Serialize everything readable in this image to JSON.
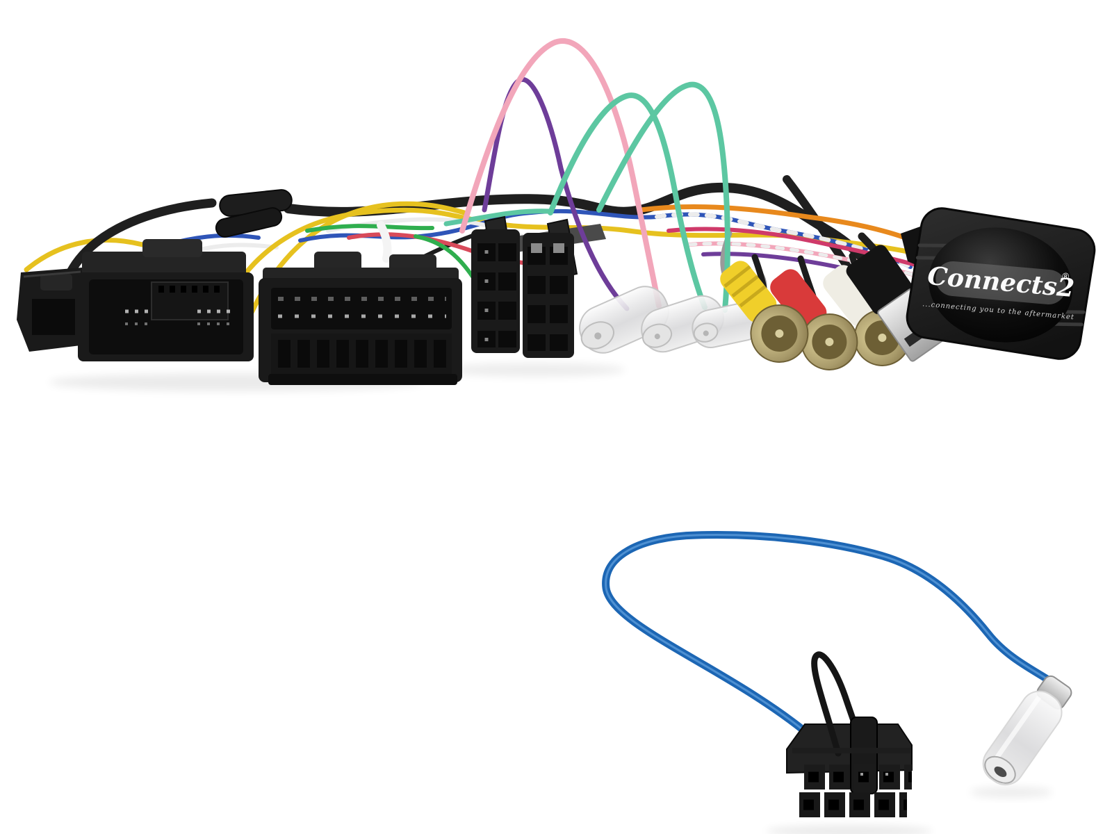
{
  "scene": {
    "description": "product-photo-car-audio-wiring-harness",
    "background": "#ffffff",
    "objects": [
      "oem-sub-plug",
      "oem-connector-a",
      "oem-connector-b",
      "y-split-sleeve",
      "iso-connector-a",
      "iso-connector-b",
      "iso-mounting-brackets",
      "bullet-terminal-1",
      "bullet-terminal-2",
      "bullet-terminal-3",
      "rca-plug-yellow",
      "rca-plug-red",
      "rca-plug-white",
      "usb-plug",
      "swc-interface-module",
      "antenna-lead-blue",
      "molex-12pin-plug",
      "din-antenna-socket",
      "wire-loom"
    ]
  },
  "branding": {
    "logo_text": "Connects2",
    "registered_mark": "®",
    "tagline": "...connecting you to the aftermarket"
  },
  "colors": {
    "background": "#ffffff",
    "connector_black": "#1a1a1a",
    "connector_face": "#0d0d0d",
    "sheath_black": "#1f1f1f",
    "wire_black": "#1c1c1c",
    "wire_yellow": "#e6c11f",
    "wire_orange": "#e8891d",
    "wire_blue": "#2f55b8",
    "wire_white": "#ececec",
    "wire_green": "#2fae4e",
    "wire_teal": "#5cc7a2",
    "wire_pink": "#f2a6ba",
    "wire_purple": "#6e3d99",
    "wire_crimson": "#cf3a6a",
    "wire_red": "#d84a5a",
    "wire_gray": "#9a9a9a",
    "rca_yellow": "#f0cf2a",
    "rca_red": "#d93a3a",
    "rca_white": "#efede4",
    "antenna_blue": "#1c66b4",
    "antenna_core": "#5b9bd9",
    "module_black": "#1b1b1b",
    "usb_body": "#141414",
    "din_silver": "#d8d8d8"
  }
}
